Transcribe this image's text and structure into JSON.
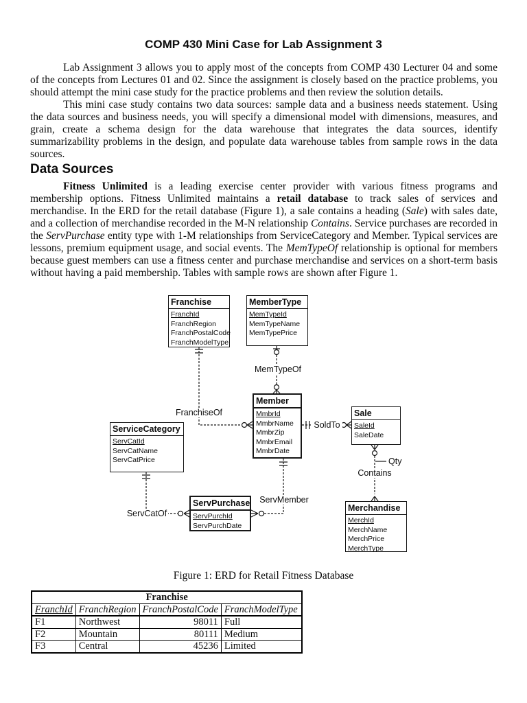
{
  "page": {
    "title": "COMP 430 Mini Case for Lab Assignment 3",
    "section_heading": "Data Sources",
    "figure_caption": "Figure 1: ERD for Retail Fitness Database",
    "intro1_runs": [
      {
        "t": "Lab Assignment 3 allows you to apply most of the concepts from COMP 430 Lecturer 04 and some of the concepts from Lectures 01 and 02. Since the assignment is closely based on the practice problems, you should attempt the mini case study for the practice problems and then review the solution details."
      }
    ],
    "intro2_runs": [
      {
        "t": "This mini case study contains two data sources: sample data and a business needs statement. Using the data sources and business needs, you will specify a dimensional model with dimensions, measures, and grain, create a schema design for the data warehouse that integrates the data sources, identify summarizability problems in the design, and populate data warehouse tables from sample rows in the data sources."
      }
    ],
    "data_sources_runs": [
      {
        "t": "Fitness Unlimited",
        "b": true
      },
      {
        "t": " is a leading exercise center provider with various fitness programs and membership options. Fitness Unlimited maintains a "
      },
      {
        "t": "retail database",
        "b": true
      },
      {
        "t": " to track sales of services and merchandise. In the ERD for the retail database (Figure 1), a sale contains a heading ("
      },
      {
        "t": "Sale",
        "i": true
      },
      {
        "t": ") with sales date, and a collection of merchandise recorded in the M-N relationship "
      },
      {
        "t": "Contains",
        "i": true
      },
      {
        "t": ". Service purchases are recorded in the "
      },
      {
        "t": "ServPurchase",
        "i": true
      },
      {
        "t": " entity type with 1-M relationships from ServiceCategory and Member. Typical services are lessons, premium equipment usage, and social events. The "
      },
      {
        "t": "MemTypeOf",
        "i": true
      },
      {
        "t": " relationship is optional for members because guest members can use a fitness center and purchase merchandise and services on a short-term basis without having a paid membership. Tables with sample rows are shown after Figure 1."
      }
    ]
  },
  "diagram": {
    "entities": [
      {
        "name": "Franchise",
        "fields": [
          "FranchId",
          "FranchRegion",
          "FranchPostalCode",
          "FranchModelType"
        ]
      },
      {
        "name": "MemberType",
        "fields": [
          "MemTypeId",
          "MemTypeName",
          "MemTypePrice"
        ]
      },
      {
        "name": "Member",
        "fields": [
          "MmbrId",
          "MmbrName",
          "MmbrZip",
          "MmbrEmail",
          "MmbrDate"
        ]
      },
      {
        "name": "Sale",
        "fields": [
          "SaleId",
          "SaleDate"
        ]
      },
      {
        "name": "ServiceCategory",
        "fields": [
          "ServCatId",
          "ServCatName",
          "ServCatPrice"
        ]
      },
      {
        "name": "ServPurchase",
        "fields": [
          "ServPurchId",
          "ServPurchDate"
        ]
      },
      {
        "name": "Merchandise",
        "fields": [
          "MerchId",
          "MerchName",
          "MerchPrice",
          "MerchType"
        ]
      }
    ],
    "relationships": {
      "franchise_of": "FranchiseOf",
      "mem_type_of": "MemTypeOf",
      "sold_to": "SoldTo",
      "serv_member": "ServMember",
      "serv_cat_of": "ServCatOf",
      "contains": "Contains",
      "qty_attr": "Qty"
    }
  },
  "franchise_table": {
    "caption": "Franchise",
    "headers": [
      "FranchId",
      "FranchRegion",
      "FranchPostalCode",
      "FranchModelType"
    ],
    "rows": [
      [
        "F1",
        "Northwest",
        "98011",
        "Full"
      ],
      [
        "F2",
        "Mountain",
        "80111",
        "Medium"
      ],
      [
        "F3",
        "Central",
        "45236",
        "Limited"
      ]
    ]
  }
}
